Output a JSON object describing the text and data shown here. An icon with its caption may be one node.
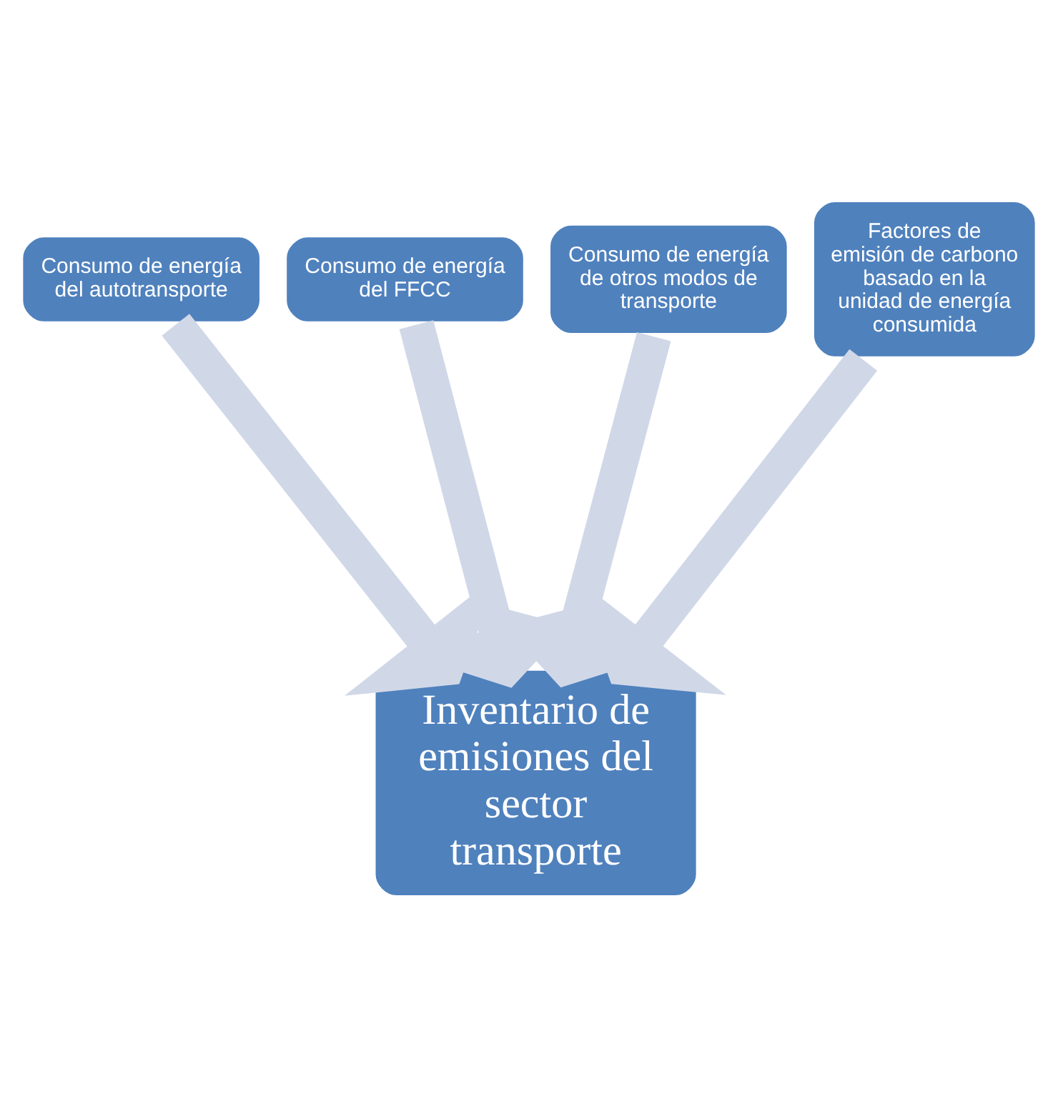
{
  "diagram": {
    "nodes": [
      {
        "text": [
          "Consumo de energía del autotransporte"
        ]
      },
      {
        "text": [
          "Consumo de energía del FFCC"
        ]
      },
      {
        "text": [
          "Consumo de energía de otros modos de transporte"
        ]
      },
      {
        "text": [
          "Factores de emisión de carbono basado en la unidad de energía consumida"
        ]
      },
      {
        "text": [
          "Inventario de emisiones del sector transporte"
        ]
      }
    ],
    "edges": [
      {
        "from": 0,
        "to": 4,
        "arrow": "to"
      },
      {
        "from": 1,
        "to": 4,
        "arrow": "to"
      },
      {
        "from": 2,
        "to": 4,
        "arrow": "to"
      },
      {
        "from": 3,
        "to": 4,
        "arrow": "to"
      }
    ]
  }
}
